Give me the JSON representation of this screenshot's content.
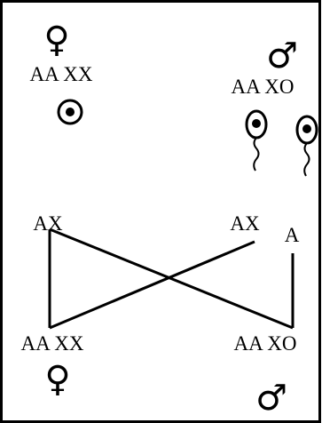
{
  "top": {
    "female": {
      "symbol": "♀",
      "genotype": "AA XX",
      "gamete_icon": "egg-icon"
    },
    "male": {
      "symbol": "♂",
      "genotype": "AA XO",
      "gamete_icons": [
        "sperm-icon",
        "sperm-icon"
      ]
    }
  },
  "gametes": {
    "from_female": "AX",
    "from_male_1": "AX",
    "from_male_2": "A"
  },
  "offspring": {
    "female": {
      "genotype": "AA XX",
      "symbol": "♀"
    },
    "male": {
      "genotype": "AA XO",
      "symbol": "♂"
    }
  }
}
